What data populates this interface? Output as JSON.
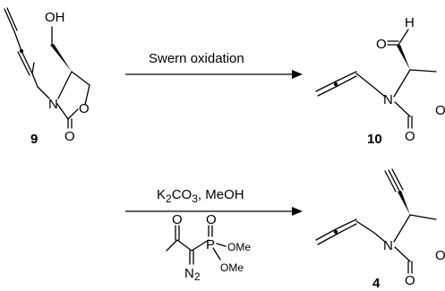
{
  "compounds": {
    "c9": {
      "label": "9",
      "oh": "OH",
      "n": "N",
      "o_ring": "O",
      "o_carbonyl": "O"
    },
    "c10": {
      "label": "10",
      "h": "H",
      "o_ald": "O",
      "n": "N",
      "o_ring": "O",
      "o_carbonyl": "O"
    },
    "c4": {
      "label": "4",
      "n": "N",
      "o_ring": "O",
      "o_carbonyl": "O"
    }
  },
  "reaction1": {
    "conditions": "Swern oxidation"
  },
  "reaction2": {
    "base": "K",
    "base_sub": "2",
    "base_tail": "CO",
    "base_sub2": "3",
    "solvent": ", MeOH",
    "reagent": {
      "o_keto": "O",
      "o_p": "O",
      "p": "P",
      "ome1": "OMe",
      "ome2": "OMe",
      "n2": "N",
      "n2_sub": "2"
    }
  }
}
